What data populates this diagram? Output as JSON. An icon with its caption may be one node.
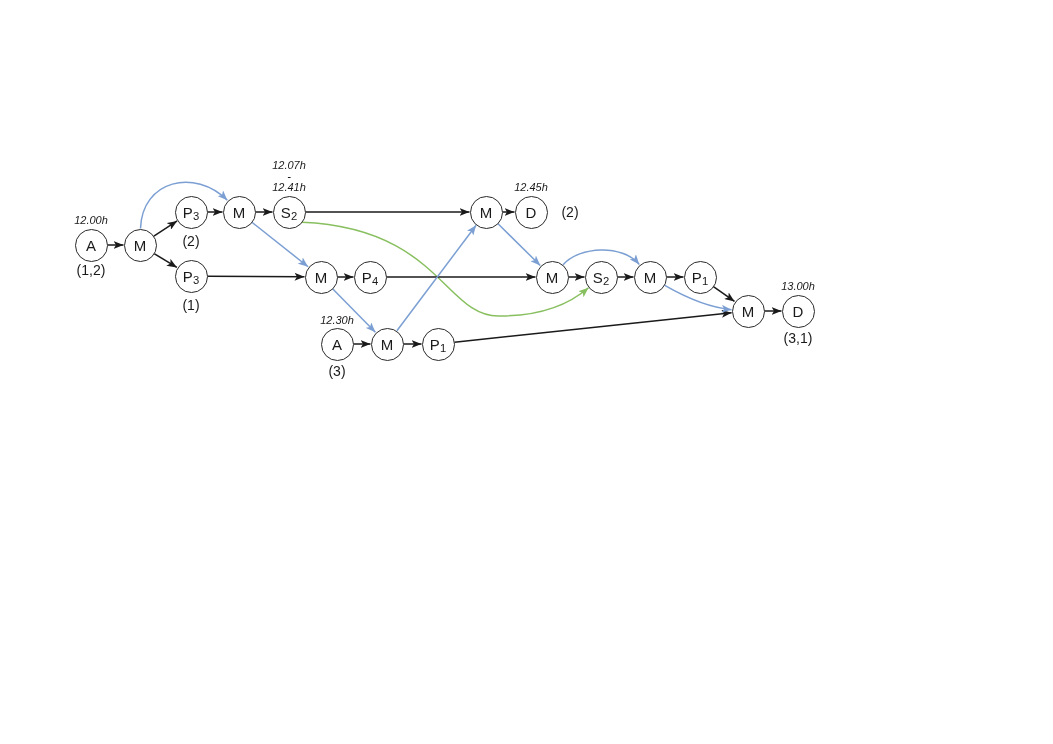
{
  "diagram": {
    "nodes": [
      {
        "text": [
          "A"
        ],
        "beside": [
          "12.00h",
          "(1,2)"
        ]
      },
      {
        "text": [
          "M"
        ]
      },
      {
        "text": [
          "P$_{3}$"
        ],
        "beside": [
          "(2)"
        ]
      },
      {
        "text": [
          "P$_{3}$"
        ],
        "beside": [
          "(1)"
        ]
      },
      {
        "text": [
          "M"
        ]
      },
      {
        "text": [
          "S$_{2}$"
        ],
        "beside": [
          "12.07h - 12.41h"
        ]
      },
      {
        "text": [
          "M"
        ]
      },
      {
        "text": [
          "P$_{4}$"
        ]
      },
      {
        "text": [
          "A"
        ],
        "beside": [
          "12.30h",
          "(3)"
        ]
      },
      {
        "text": [
          "M"
        ]
      },
      {
        "text": [
          "P$_{1}$"
        ]
      },
      {
        "text": [
          "M"
        ]
      },
      {
        "text": [
          "D"
        ],
        "beside": [
          "12.45h",
          "(2)"
        ]
      },
      {
        "text": [
          "M"
        ]
      },
      {
        "text": [
          "S$_{2}$"
        ]
      },
      {
        "text": [
          "M"
        ]
      },
      {
        "text": [
          "P$_{1}$"
        ]
      },
      {
        "text": [
          "M"
        ]
      },
      {
        "text": [
          "D"
        ],
        "beside": [
          "13.00h",
          "(3,1)"
        ]
      }
    ],
    "edges": [
      {
        "from": 0,
        "to": 1,
        "arrow": "to"
      },
      {
        "from": 1,
        "to": 2,
        "arrow": "to"
      },
      {
        "from": 1,
        "to": 3,
        "arrow": "to"
      },
      {
        "from": 1,
        "to": 4,
        "arrow": "to",
        "color": "#7b9fd3"
      },
      {
        "from": 2,
        "to": 4,
        "arrow": "to"
      },
      {
        "from": 4,
        "to": 5,
        "arrow": "to"
      },
      {
        "from": 4,
        "to": 6,
        "arrow": "to",
        "color": "#7b9fd3"
      },
      {
        "from": 3,
        "to": 6,
        "arrow": "to"
      },
      {
        "from": 5,
        "to": 11,
        "arrow": "to"
      },
      {
        "from": 5,
        "to": 14,
        "arrow": "to",
        "color": "#88bf5f"
      },
      {
        "from": 6,
        "to": 7,
        "arrow": "to"
      },
      {
        "from": 6,
        "to": 9,
        "arrow": "to",
        "color": "#7b9fd3"
      },
      {
        "from": 7,
        "to": 13,
        "arrow": "to"
      },
      {
        "from": 8,
        "to": 9,
        "arrow": "to"
      },
      {
        "from": 9,
        "to": 10,
        "arrow": "to"
      },
      {
        "from": 9,
        "to": 11,
        "arrow": "to",
        "color": "#7b9fd3"
      },
      {
        "from": 10,
        "to": 17,
        "arrow": "to"
      },
      {
        "from": 11,
        "to": 12,
        "arrow": "to"
      },
      {
        "from": 11,
        "to": 13,
        "arrow": "to",
        "color": "#7b9fd3"
      },
      {
        "from": 13,
        "to": 14,
        "arrow": "to"
      },
      {
        "from": 13,
        "to": 15,
        "arrow": "to",
        "color": "#7b9fd3"
      },
      {
        "from": 14,
        "to": 15,
        "arrow": "to"
      },
      {
        "from": 15,
        "to": 16,
        "arrow": "to"
      },
      {
        "from": 15,
        "to": 17,
        "arrow": "to",
        "color": "#7b9fd3"
      },
      {
        "from": 16,
        "to": 17,
        "arrow": "to"
      },
      {
        "from": 17,
        "to": 18,
        "arrow": "to"
      }
    ]
  }
}
